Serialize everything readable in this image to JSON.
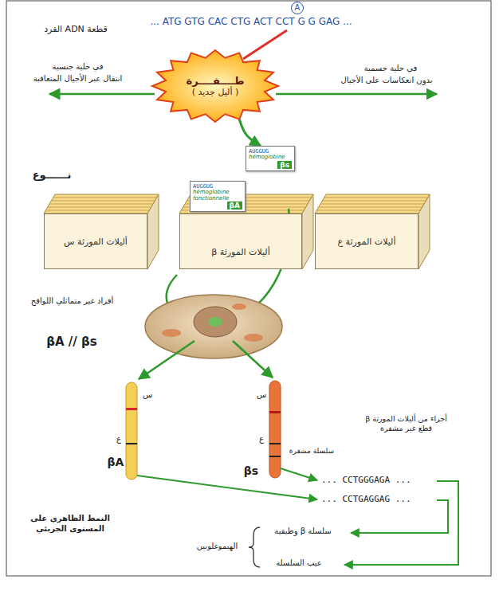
{
  "diagram": {
    "nodes": [
      {
        "text": [
          "طــــفــــرة",
          "( أليل جديد )"
        ]
      },
      {
        "text": [
          "أليلات المورثة س"
        ]
      },
      {
        "text": [
          "أليلات المورثة β"
        ]
      },
      {
        "text": [
          "AUGGUG",
          "hémoglobine fonctionnelle",
          "βA"
        ],
        "in": 2
      },
      {
        "text": [
          "AUGGUG",
          "hémoglobine",
          "βs"
        ],
        "in": 2
      },
      {
        "text": [
          "أليلات المورثة ع"
        ]
      }
    ],
    "edges": [
      {
        "from": 0,
        "to": 4,
        "arrow": "to"
      }
    ],
    "labels": [
      "قطعة ADN الفرد",
      "... ATG GTG CAC CTG ACT CCT G G GAG ...",
      "A",
      "في خلية جنسية",
      "انتقال عبر الأجيال المتعاقبة",
      "في خلية جسمية",
      "بدون انعكاسات على الأجيال",
      "نــــــوع",
      "أفراد غير متماثلي اللواقح",
      "βA // βs",
      "س",
      "ع",
      "βA",
      "س",
      "ع",
      "سلسلة مشفرة",
      "βs",
      "أجزاء من أليلات المورثة β قطع غير مشفرة",
      "... CCTGGGAGA ...",
      "... CCTGAGGAG ...",
      "النمط الظاهري على المستوى الجزيئي",
      "الهيموغلوبين",
      "سلسلة β وظيفية",
      "عيب السلسلة"
    ]
  }
}
